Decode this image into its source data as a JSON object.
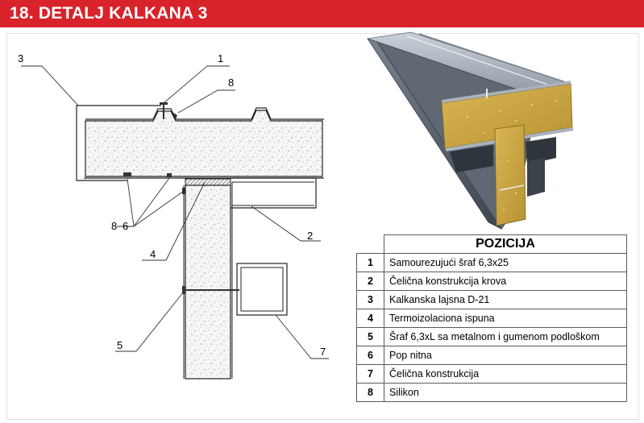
{
  "header": {
    "title": "18. DETALJ KALKANA 3",
    "color": "#d8232a"
  },
  "callouts": {
    "c1": "1",
    "c2": "2",
    "c3": "3",
    "c4": "4",
    "c5": "5",
    "c6": "6",
    "c7": "7",
    "c8_top": "8",
    "c8_bottom": "8"
  },
  "legend": {
    "heading": "POZICIJA",
    "rows": [
      {
        "num": "1",
        "text": "Samourezujući šraf 6,3x25"
      },
      {
        "num": "2",
        "text": "Čelična konstrukcija krova"
      },
      {
        "num": "3",
        "text": "Kalkanska lajsna D-21"
      },
      {
        "num": "4",
        "text": "Termoizolaciona ispuna"
      },
      {
        "num": "5",
        "text": "Šraf 6,3xL sa metalnom i gumenom podloškom"
      },
      {
        "num": "6",
        "text": "Pop nitna"
      },
      {
        "num": "7",
        "text": "Čelična konstrukcija"
      },
      {
        "num": "8",
        "text": "Silikon"
      }
    ]
  }
}
